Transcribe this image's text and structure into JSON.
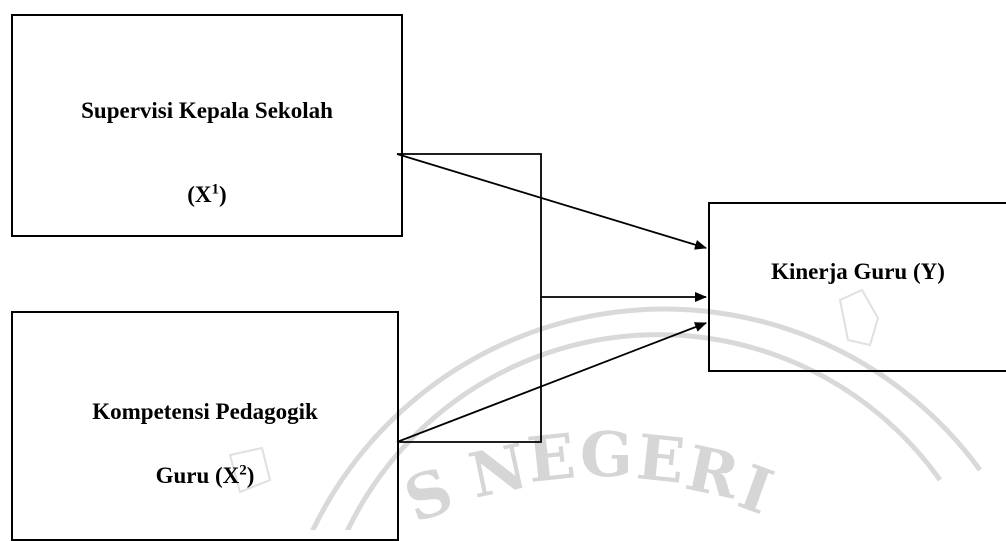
{
  "diagram": {
    "nodes": {
      "x1": {
        "title": "Supervisi Kepala Sekolah",
        "code_prefix": "(X",
        "code_sup": "1",
        "code_suffix": ")"
      },
      "x2": {
        "title": "Kompetensi Pedagogik",
        "line2_prefix": "Guru (X",
        "code_sup": "2",
        "code_suffix": ")"
      },
      "y": {
        "title": "Kinerja Guru (Y)"
      }
    },
    "edges": [
      {
        "from": "x1",
        "to": "y"
      },
      {
        "from": "x2",
        "to": "y"
      },
      {
        "from": "x1+x2",
        "to": "y"
      }
    ],
    "watermark": {
      "text": "NEGERI",
      "prefix": "S",
      "color": "#d9d9d9"
    }
  }
}
